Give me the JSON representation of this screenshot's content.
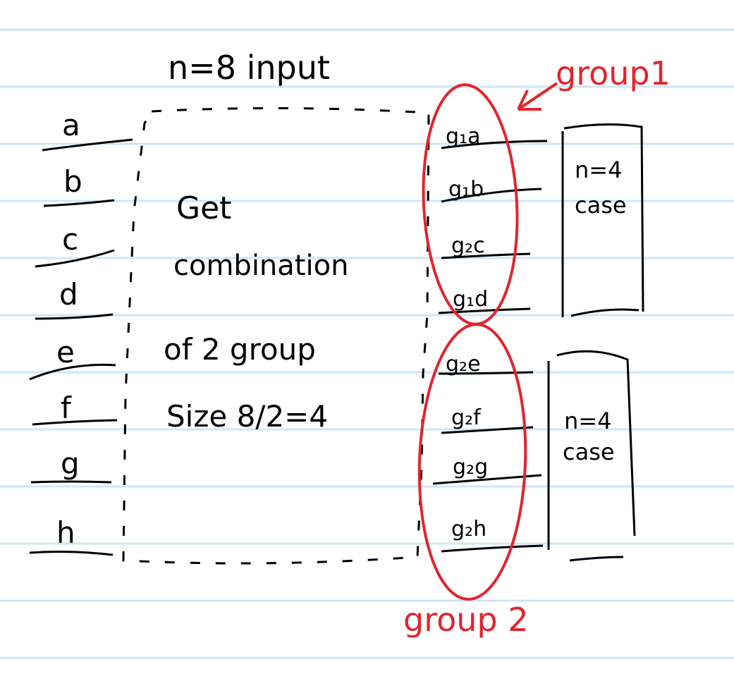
{
  "colors": {
    "paper": "#ffffff",
    "rule_line": "#cfe6f8",
    "ink": "#000000",
    "annotation": "#e0262d"
  },
  "header": "n=8  input",
  "inputs": [
    "a",
    "b",
    "c",
    "d",
    "e",
    "f",
    "g",
    "h"
  ],
  "process": {
    "line1": "Get",
    "line2": "combination",
    "line3": "of  2  group",
    "line4": "Size  8/2=4"
  },
  "group1": {
    "label": "group1",
    "outputs": [
      "g₁a",
      "g₁b",
      "g₂c",
      "g₁d"
    ]
  },
  "group2": {
    "label": "group 2",
    "outputs": [
      "g₂e",
      "g₂f",
      "g₂g",
      "g₂h"
    ]
  },
  "cases": [
    {
      "line1": "n=4",
      "line2": "case"
    },
    {
      "line1": "n=4",
      "line2": "case"
    }
  ]
}
